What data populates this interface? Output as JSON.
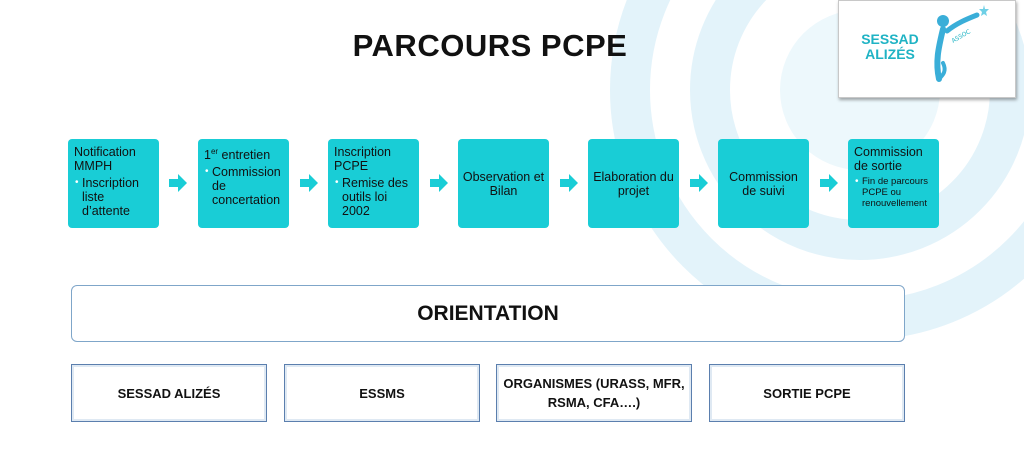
{
  "title": "PARCOURS PCPE",
  "logo": {
    "line1": "SESSAD",
    "line2": "ALIZÉS",
    "small": "ASSOC"
  },
  "steps": [
    {
      "head": "Notification MMPH",
      "items": [
        "Inscription liste d’attente"
      ]
    },
    {
      "head_pre": "1",
      "head_sup": "er",
      "head_post": " entretien",
      "items": [
        "Commission de concertation"
      ]
    },
    {
      "head": "Inscription PCPE",
      "items": [
        "Remise des outils loi 2002"
      ]
    },
    {
      "text": "Observation et Bilan"
    },
    {
      "text": "Elaboration du projet"
    },
    {
      "text": "Commission de suivi"
    },
    {
      "head": "Commission de sortie",
      "items": [
        "Fin de parcours PCPE ou renouvellement"
      ]
    }
  ],
  "orientation": "ORIENTATION",
  "destinations": [
    "SESSAD ALIZÉS",
    "ESSMS",
    "ORGANISMES (URASS, MFR, RSMA, CFA….)",
    "SORTIE PCPE"
  ],
  "colors": {
    "step_fill": "#19cdd6",
    "arrow": "#19cdd6",
    "border": "#5b7fae"
  }
}
